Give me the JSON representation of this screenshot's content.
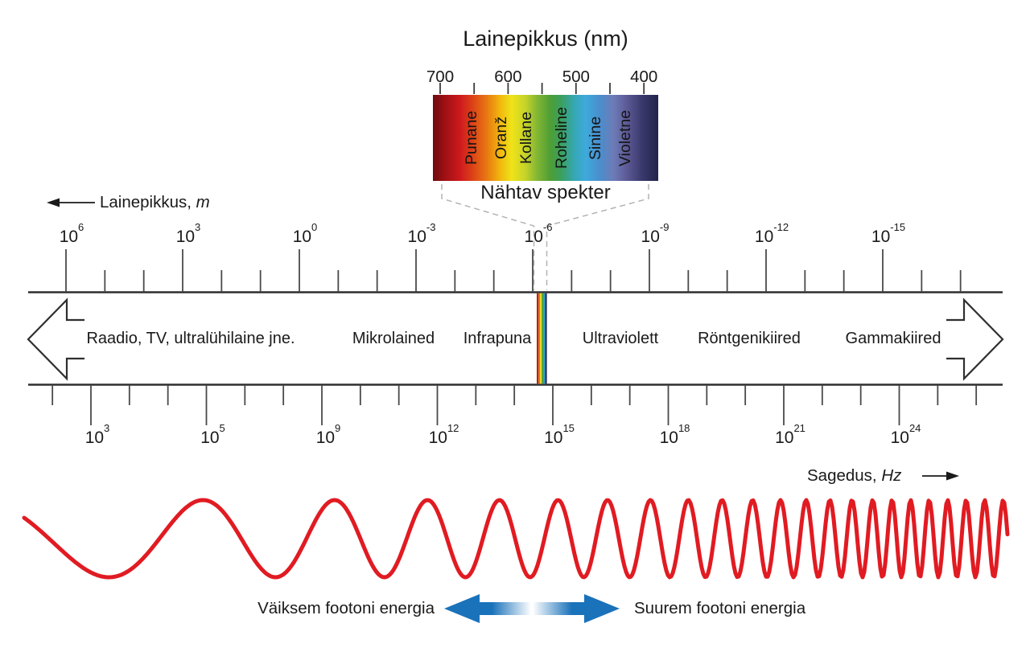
{
  "top": {
    "title": "Lainepikkus (nm)",
    "nm_ticks": [
      "700",
      "600",
      "500",
      "400"
    ],
    "colors": [
      "Punane",
      "Oranž",
      "Kollane",
      "Roheline",
      "Sinine",
      "Violetne"
    ],
    "visible_label": "Nähtav spekter"
  },
  "axes": {
    "wavelength": {
      "label": "Lainepikkus,",
      "unit": "m"
    },
    "frequency": {
      "label": "Sagedus,",
      "unit": "Hz"
    }
  },
  "scales": {
    "base": "10",
    "top_exponents": [
      "6",
      "3",
      "0",
      "-3",
      "-6",
      "-9",
      "-12",
      "-15"
    ],
    "bottom_exponents": [
      "3",
      "5",
      "9",
      "12",
      "15",
      "18",
      "21",
      "24"
    ]
  },
  "band": {
    "regions": [
      "Raadio, TV, ultralühilaine jne.",
      "Mikrolained",
      "Infrapuna",
      "Ultraviolett",
      "Röntgenikiired",
      "Gammakiired"
    ]
  },
  "energy": {
    "left": "Väiksem footoni energia",
    "right": "Suurem footoni energia"
  },
  "palette": {
    "wave_red": "#e11b22",
    "arrow_blue": "#1a72ba",
    "line_dark": "#2f2f2f",
    "tick_gray": "#4a4a4a",
    "dash_gray": "#b3b3b3"
  },
  "chart_data": {
    "type": "diagram",
    "subject": "electromagnetic spectrum (Estonian labels)",
    "wavelength_axis": {
      "label": "Lainepikkus, m",
      "direction": "left",
      "base": 10,
      "tick_exponents": [
        6,
        3,
        0,
        -3,
        -6,
        -9,
        -12,
        -15
      ]
    },
    "frequency_axis": {
      "label": "Sagedus, Hz",
      "direction": "right",
      "base": 10,
      "tick_exponents": [
        3,
        5,
        9,
        12,
        15,
        18,
        21,
        24
      ]
    },
    "visible_spectrum": {
      "title": "Lainepikkus (nm)",
      "caption": "Nähtav spekter",
      "nm_ticks": [
        700,
        600,
        500,
        400
      ],
      "color_names": [
        "Punane",
        "Oranž",
        "Kollane",
        "Roheline",
        "Sinine",
        "Violetne"
      ]
    },
    "bands": [
      "Raadio, TV, ultralühilaine jne.",
      "Mikrolained",
      "Infrapuna",
      "Ultraviolett",
      "Röntgenikiired",
      "Gammakiired"
    ],
    "wave": {
      "description": "red sine wave, frequency increases to the right",
      "color": "#e11b22"
    },
    "photon_energy": {
      "left_label": "Väiksem footoni energia",
      "right_label": "Suurem footoni energia"
    }
  }
}
